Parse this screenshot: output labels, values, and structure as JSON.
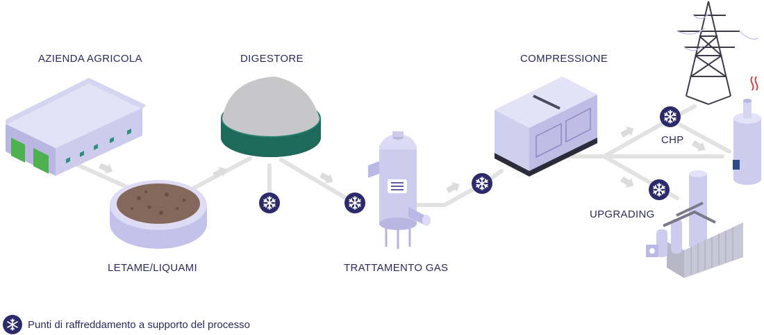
{
  "nodes": {
    "farm": "AZIENDA AGRICOLA",
    "manure": "LETAME/LIQUAMI",
    "digester": "DIGESTORE",
    "gas_treatment": "TRATTAMENTO GAS",
    "compression": "COMPRESSIONE",
    "chp": "CHP",
    "upgrading": "UPGRADING"
  },
  "legend": {
    "text": "Punti di raffreddamento a supporto del processo",
    "icon": "snowflake-icon"
  },
  "colors": {
    "accent": "#2c2a6b",
    "pipe": "#e2e2e2",
    "label": "#2a2a5a",
    "equipment": "#c9c7ea",
    "digester_green": "#1e6a5a"
  }
}
